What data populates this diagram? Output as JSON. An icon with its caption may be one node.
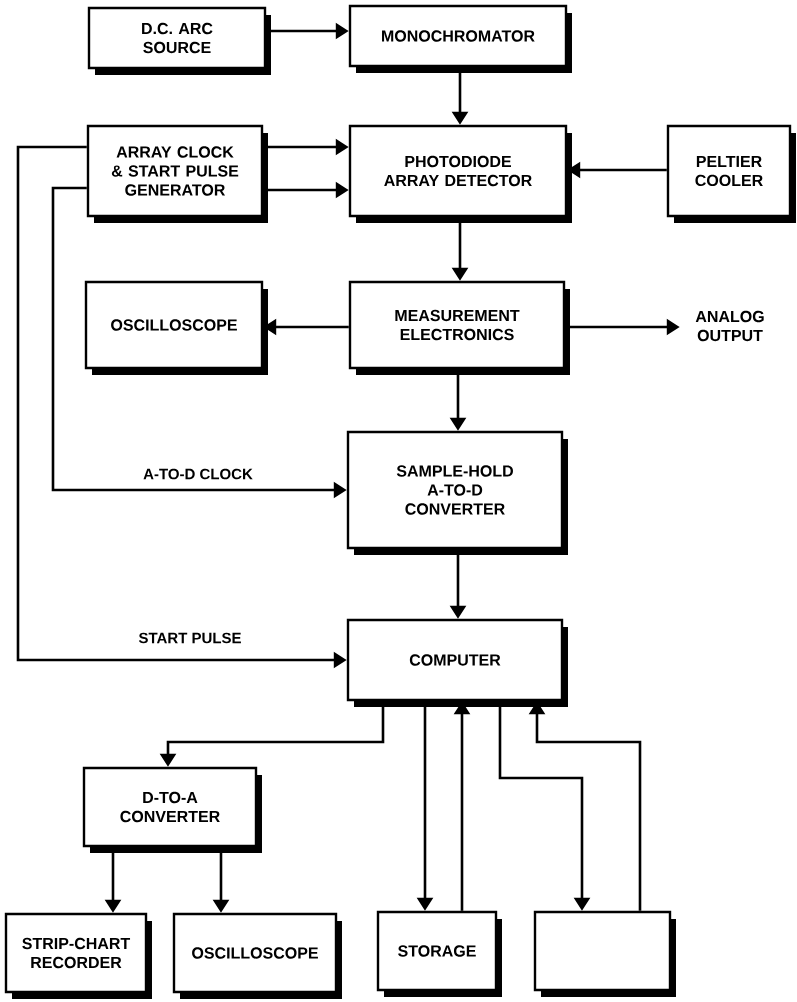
{
  "diagram": {
    "nodes": [
      {
        "text": [
          "D.C. ARC SOURCE"
        ]
      },
      {
        "text": [
          "MONOCHROMATOR"
        ]
      },
      {
        "text": [
          "ARRAY CLOCK & START PULSE GENERATOR"
        ]
      },
      {
        "text": [
          "PHOTODIODE ARRAY DETECTOR"
        ]
      },
      {
        "text": [
          "PELTIER COOLER"
        ]
      },
      {
        "text": [
          "OSCILLOSCOPE"
        ]
      },
      {
        "text": [
          "MEASUREMENT ELECTRONICS"
        ]
      },
      {
        "text": [
          "ANALOG OUTPUT"
        ]
      },
      {
        "text": [
          "SAMPLE-HOLD A-TO-D CONVERTER"
        ]
      },
      {
        "text": [
          "COMPUTER"
        ]
      },
      {
        "text": [
          "D-TO-A CONVERTER"
        ]
      },
      {
        "text": [
          "STRIP-CHART RECORDER"
        ]
      },
      {
        "text": [
          "OSCILLOSCOPE"
        ]
      },
      {
        "text": [
          "STORAGE"
        ]
      },
      {
        "text": [],
        "shape": "box"
      }
    ],
    "edges": [
      {
        "from": 0,
        "to": 1,
        "arrow": "to"
      },
      {
        "from": 1,
        "to": 3,
        "arrow": "to"
      },
      {
        "from": 2,
        "to": 3,
        "arrow": "to"
      },
      {
        "from": 2,
        "to": 3,
        "arrow": "to"
      },
      {
        "from": 4,
        "to": 3,
        "arrow": "to"
      },
      {
        "from": 3,
        "to": 6,
        "arrow": "to"
      },
      {
        "from": 6,
        "to": 5,
        "arrow": "to"
      },
      {
        "from": 6,
        "to": 7,
        "arrow": "to"
      },
      {
        "from": 6,
        "to": 8,
        "arrow": "to"
      },
      {
        "from": 2,
        "to": 8,
        "arrow": "to",
        "label": "A-TO-D CLOCK"
      },
      {
        "from": 2,
        "to": 9,
        "arrow": "to",
        "label": "START PULSE"
      },
      {
        "from": 8,
        "to": 9,
        "arrow": "to"
      },
      {
        "from": 9,
        "to": 10,
        "arrow": "to"
      },
      {
        "from": 10,
        "to": 11,
        "arrow": "to"
      },
      {
        "from": 10,
        "to": 12,
        "arrow": "to"
      },
      {
        "from": 9,
        "to": 13,
        "arrow": "to"
      },
      {
        "from": 13,
        "to": 9,
        "arrow": "to"
      },
      {
        "from": 9,
        "to": 14,
        "arrow": "to"
      },
      {
        "from": 14,
        "to": 9,
        "arrow": "to"
      }
    ]
  }
}
